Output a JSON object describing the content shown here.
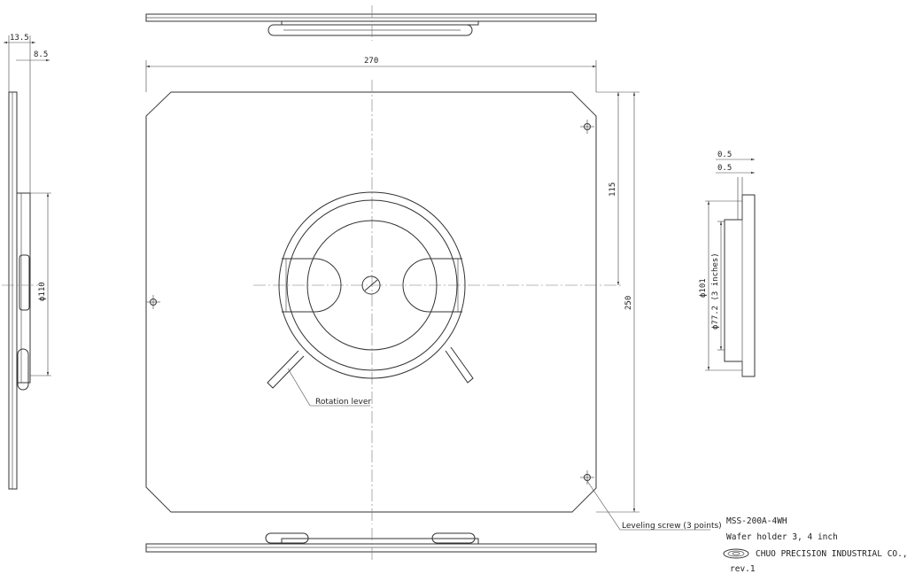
{
  "drawing": {
    "dimensions": {
      "width": "270",
      "height": "250",
      "offset": "115",
      "side_thickness": "13.5",
      "side_inner": "8.5",
      "bore_side": "ϕ110",
      "gap_top": "0.5",
      "gap_second": "0.5",
      "outer_dia": "ϕ101",
      "inner_dia": "ϕ77.2 (3 inches)"
    },
    "callouts": {
      "rotation_lever": "Rotation lever",
      "leveling_screw": "Leveling screw (3 points)"
    },
    "title_block": {
      "model": "MSS-200A-4WH",
      "description": "Wafer holder 3, 4 inch",
      "company": "CHUO PRECISION INDUSTRIAL CO.,LTD.",
      "revision": "rev.1"
    }
  }
}
